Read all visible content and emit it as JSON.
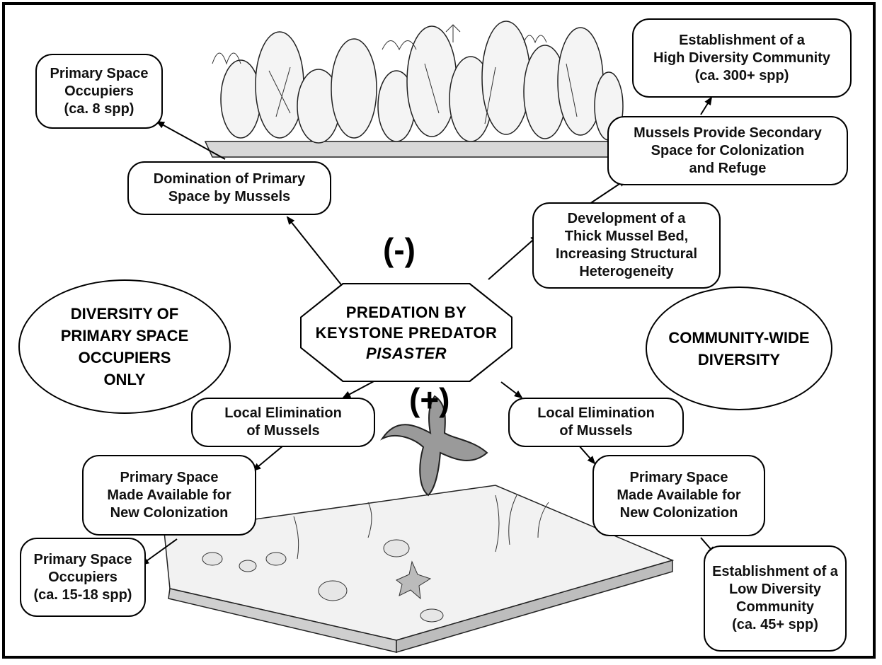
{
  "center": {
    "line1": "PREDATION BY",
    "line2": "KEYSTONE PREDATOR",
    "line3": "PISASTER"
  },
  "signs": {
    "negative": "(-)",
    "positive": "(+)"
  },
  "ovals": {
    "left": "DIVERSITY OF\nPRIMARY SPACE\nOCCUPIERS\nONLY",
    "right": "COMMUNITY-WIDE\nDIVERSITY"
  },
  "boxes": {
    "domination": "Domination of Primary\nSpace by Mussels",
    "occupiers_8": "Primary Space\nOccupiers\n(ca. 8 spp)",
    "thick_bed": "Development of a\nThick Mussel Bed,\nIncreasing Structural\nHeterogeneity",
    "secondary_space": "Mussels Provide Secondary\nSpace for Colonization\nand Refuge",
    "high_diversity": "Establishment of a\nHigh Diversity Community\n(ca. 300+ spp)",
    "elim_left": "Local Elimination\nof Mussels",
    "space_left": "Primary Space\nMade Available for\nNew Colonization",
    "occupiers_15": "Primary Space\nOccupiers\n(ca. 15-18 spp)",
    "elim_right": "Local Elimination\nof Mussels",
    "space_right": "Primary Space\nMade Available for\nNew Colonization",
    "low_diversity": "Establishment of a\nLow Diversity\nCommunity\n(ca. 45+ spp)"
  }
}
